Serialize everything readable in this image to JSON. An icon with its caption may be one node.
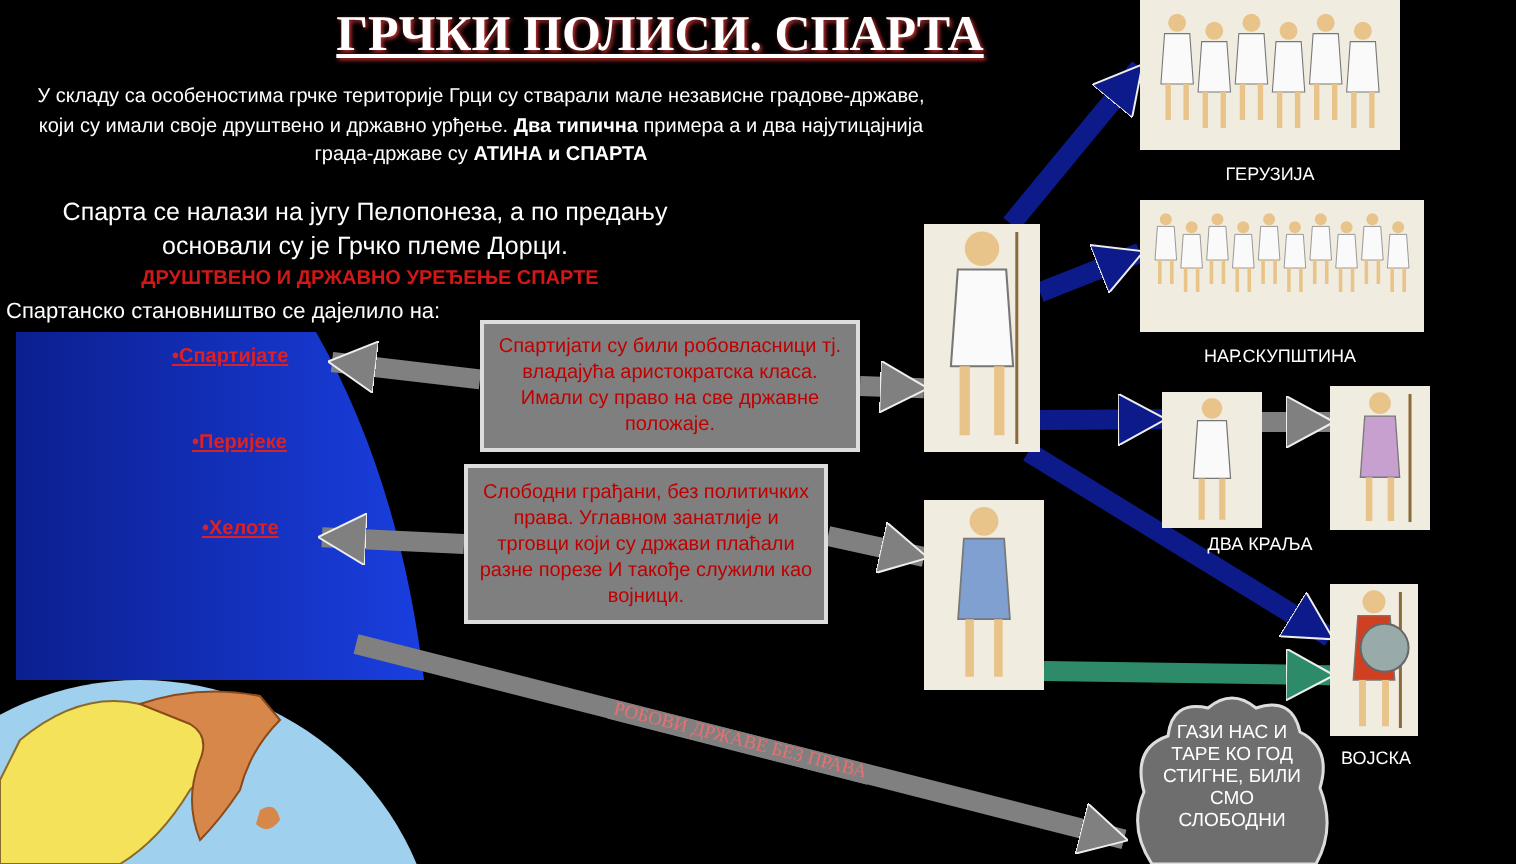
{
  "diagram": {
    "title": "ГРЧКИ  ПОЛИСИ. СПАРТА",
    "nodes": [
      {
        "text": [
          "•Спартијате"
        ]
      },
      {
        "text": [
          "•Перијеке"
        ]
      },
      {
        "text": [
          "•Хелоте"
        ]
      },
      {
        "text": [
          "Спартијати су били робовласници тј. владајућа аристократска класа. Имали су право на све државне положаје."
        ]
      },
      {
        "text": [
          "Слободни грађани, без политичких права. Углавном занатлије и трговци који су држави плаћали разне порезе И такође служили као војници."
        ]
      },
      {
        "text": [],
        "shape": "picture"
      },
      {
        "text": [],
        "shape": "picture"
      },
      {
        "text": [],
        "shape": "picture",
        "beside": [
          "ГЕРУЗИЈА"
        ]
      },
      {
        "text": [],
        "shape": "picture",
        "beside": [
          "НАР.СКУПШТИНА"
        ]
      },
      {
        "text": [],
        "shape": "picture"
      },
      {
        "text": [],
        "shape": "picture"
      },
      {
        "text": [],
        "shape": "picture",
        "beside": [
          "ВОЈСКА"
        ]
      },
      {
        "text": [
          "ГАЗИ НАС И ТАРЕ КО ГОД СТИГНЕ, БИЛИ СМО СЛОБОДНИ"
        ]
      }
    ],
    "edges": [
      {
        "from": 3,
        "to": 0,
        "arrow": "to"
      },
      {
        "from": 3,
        "to": 5,
        "arrow": "to"
      },
      {
        "from": 4,
        "to": 2,
        "arrow": "to"
      },
      {
        "from": 4,
        "to": 6,
        "arrow": "to"
      },
      {
        "from": 5,
        "to": 7,
        "arrow": "to",
        "color": "#0d1a8a"
      },
      {
        "from": 5,
        "to": 8,
        "arrow": "to",
        "color": "#0d1a8a"
      },
      {
        "from": 5,
        "to": 9,
        "arrow": "to",
        "color": "#0d1a8a"
      },
      {
        "from": 9,
        "to": 10,
        "arrow": "to"
      },
      {
        "from": 5,
        "to": 11,
        "arrow": "to",
        "color": "#0d1a8a"
      },
      {
        "from": 6,
        "to": 11,
        "arrow": "to",
        "color": "#2e8b6a"
      },
      {
        "from": null,
        "to": 12,
        "arrow": "to",
        "label": "РОБОВИ ДРЖАВЕ БЕЗ ПРАВА"
      }
    ],
    "labels": [
      "У складу са особеностима грчке територије Грци су стварали мале независне градове-државе, који су имали своје друштвено и државно урђење. **Два типична** примера а и два најутицајнија града-државе су **АТИНА и СПАРТА**",
      "Спарта се налази на југу Пелопонеза, а по предању основали су је Грчко племе Дорци.",
      "ДРУШТВЕНО И ДРЖАВНО УРЕЂЕЊЕ СПАРТЕ",
      "Спартанско становништво се дајелило на:",
      "ДВА КРАЉА"
    ]
  }
}
